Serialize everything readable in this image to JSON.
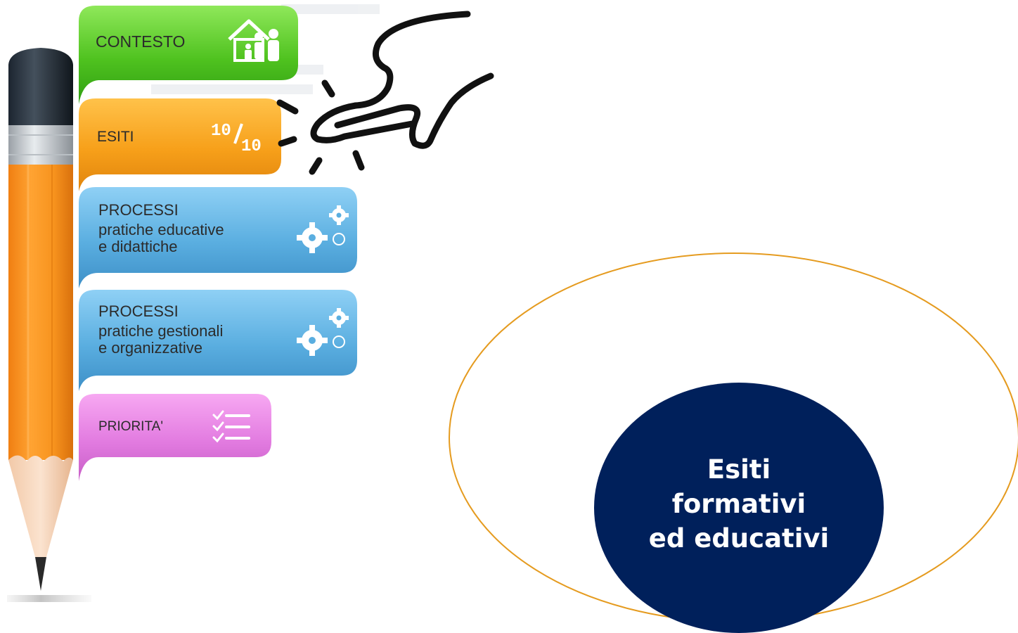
{
  "tabs": [
    {
      "id": "contesto",
      "label": "CONTESTO",
      "icon": "family-house-icon"
    },
    {
      "id": "esiti",
      "label": "ESITI",
      "score": "10/10",
      "score_num": "10",
      "score_den": "10"
    },
    {
      "id": "processi-1",
      "title": "PROCESSI",
      "line1": "pratiche educative",
      "line2": "e didattiche",
      "icon": "gears-icon"
    },
    {
      "id": "processi-2",
      "title": "PROCESSI",
      "line1": "pratiche gestionali",
      "line2": "e organizzative",
      "icon": "gears-icon"
    },
    {
      "id": "priorita",
      "label": "PRIORITA'",
      "icon": "checklist-icon"
    }
  ],
  "oval": {
    "line1": "Esiti",
    "line2": "formativi",
    "line3": "ed educativi"
  },
  "colors": {
    "contesto": "#5fc92e",
    "esiti": "#f7a21c",
    "processi": "#5aaee0",
    "priorita": "#e57ce0",
    "pencil_body": "#f7931e",
    "oval_fill": "#00205b",
    "oval_outline": "#e59b1f"
  }
}
